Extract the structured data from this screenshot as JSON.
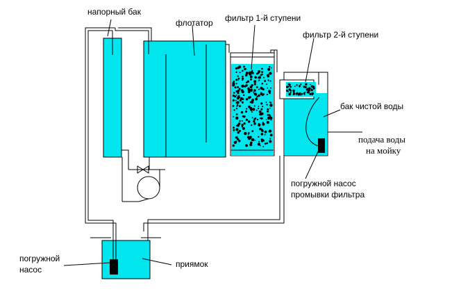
{
  "labels": {
    "pressure_tank": "напорный бак",
    "flotator": "флотатор",
    "filter_stage1": "фильтр 1-й ступени",
    "filter_stage2": "фильтр 2-й ступени",
    "clean_water_tank": "бак чистой воды",
    "water_supply_line1": "подача воды",
    "water_supply_line2": "на мойку",
    "flush_pump_line1": "погружной насос",
    "flush_pump_line2": "промывки фильтра",
    "submersible_pump_line1": "погружной",
    "submersible_pump_line2": "насос",
    "sump_pit": "приямок"
  },
  "colors": {
    "water": "#00e5ee",
    "line": "#000000",
    "background": "#ffffff",
    "filter_media": "#000000"
  }
}
